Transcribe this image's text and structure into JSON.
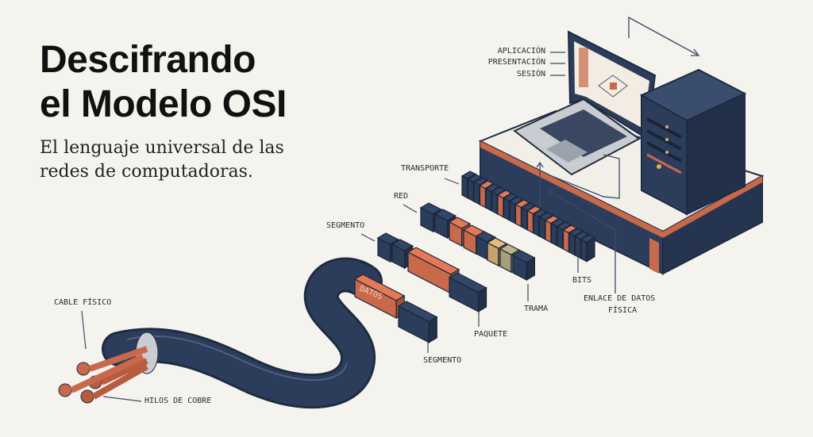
{
  "title": {
    "line1": "Descifrando",
    "line2": "el Modelo OSI"
  },
  "subtitle": {
    "line1": "El lenguaje universal de las",
    "line2": "redes de computadoras."
  },
  "labels": {
    "aplicacion": "APLICACIÓN",
    "presentacion": "PRESENTACIÓN",
    "sesion": "SESIÓN",
    "transporte": "TRANSPORTE",
    "red": "RED",
    "segmento_top": "SEGMENTO",
    "bits": "BITS",
    "enlace": "ENLACE DE DATOS",
    "fisica": "FÍSICA",
    "trama": "TRAMA",
    "paquete": "PAQUETE",
    "segmento_bottom": "SEGMENTO",
    "cable": "CABLE FÍSICO",
    "hilos": "HILOS DE COBRE",
    "datos": "DATOS"
  },
  "colors": {
    "navy": "#2c3d5b",
    "copper": "#c8694b",
    "background": "#f4f3ee"
  }
}
